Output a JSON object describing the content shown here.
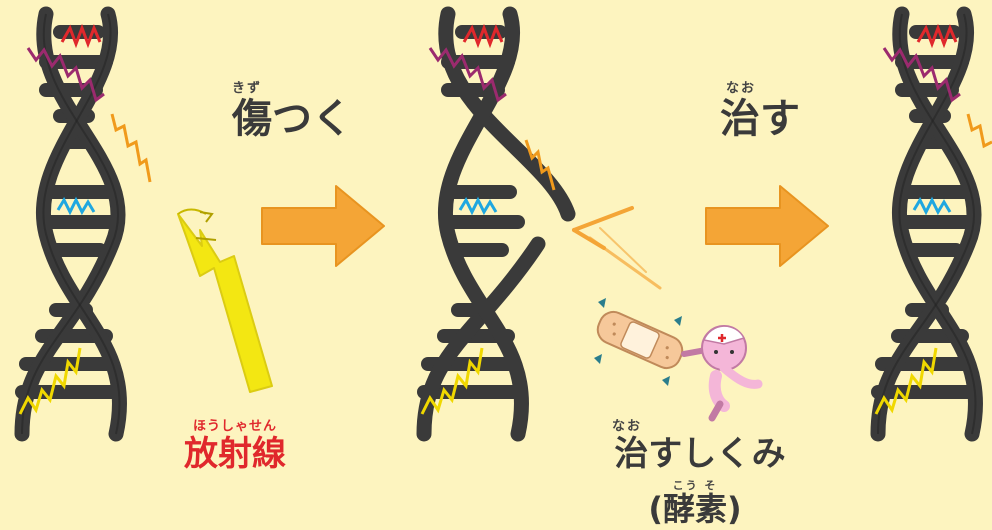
{
  "labels": {
    "damage": {
      "text": "傷つく",
      "ruby": "きず"
    },
    "repair": {
      "text": "治す",
      "ruby": "なお"
    },
    "radiation": {
      "text": "放射線",
      "ruby": "ほうしゃせん"
    },
    "mechanism": {
      "text": "治すしくみ",
      "ruby": "なお"
    },
    "enzyme": {
      "text": "(酵素)",
      "ruby": "こう そ"
    }
  },
  "colors": {
    "background": "#fdf4bf",
    "helix": "#3a3a3a",
    "arrow": "#f4a536",
    "radiation": "#f2e600",
    "highlight_red": "#e0282c",
    "base_purple": "#9b2a6e",
    "base_orange": "#f09a1c",
    "base_blue": "#1fa7e0",
    "base_yellow": "#f0d800",
    "bandage": "#f6c89a",
    "enzyme_pink": "#f4b6d8"
  },
  "icons": [
    "dna-helix",
    "lightning-bolt",
    "right-arrow",
    "bandage",
    "enzyme-character"
  ]
}
